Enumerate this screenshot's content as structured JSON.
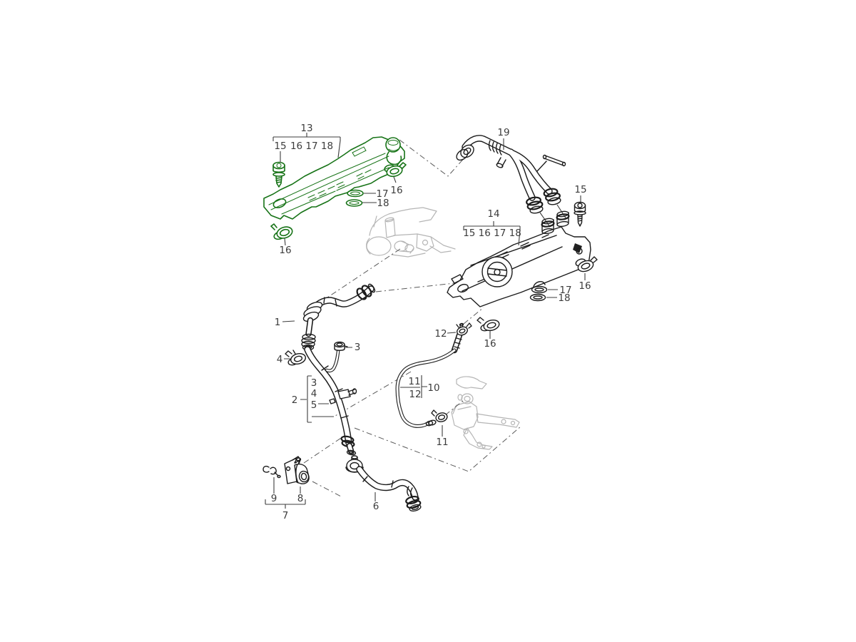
{
  "diagram": {
    "kind": "exploded-parts-diagram",
    "colors": {
      "background": "#ffffff",
      "line": "#1c1c1c",
      "highlight": "#177317",
      "ghost": "#b5b5b5",
      "callout": "#3c3c3c",
      "dash": "#5a5a5a"
    }
  },
  "callouts": {
    "c13": "13",
    "c13_s15": "15",
    "c13_s161718": "16 17 18",
    "c16_top_right": "16",
    "c17_top": "17",
    "c18_top": "18",
    "c16_top_left": "16",
    "c19": "19",
    "c15_right": "15",
    "c14": "14",
    "c14_sub": "15 16 17 18",
    "c17_mid": "17",
    "c18_mid": "18",
    "c16_mid_right": "16",
    "c16_mid_bottom": "16",
    "c12_clamp": "12",
    "c1": "1",
    "c3_cap": "3",
    "c4_clamp": "4",
    "c2": "2",
    "c2_s3": "3",
    "c2_s4": "4",
    "c2_s5": "5",
    "c10": "10",
    "c10_s11": "11",
    "c10_s12": "12",
    "c11_clamp": "11",
    "c6": "6",
    "c7": "7",
    "c8": "8",
    "c9": "9"
  }
}
